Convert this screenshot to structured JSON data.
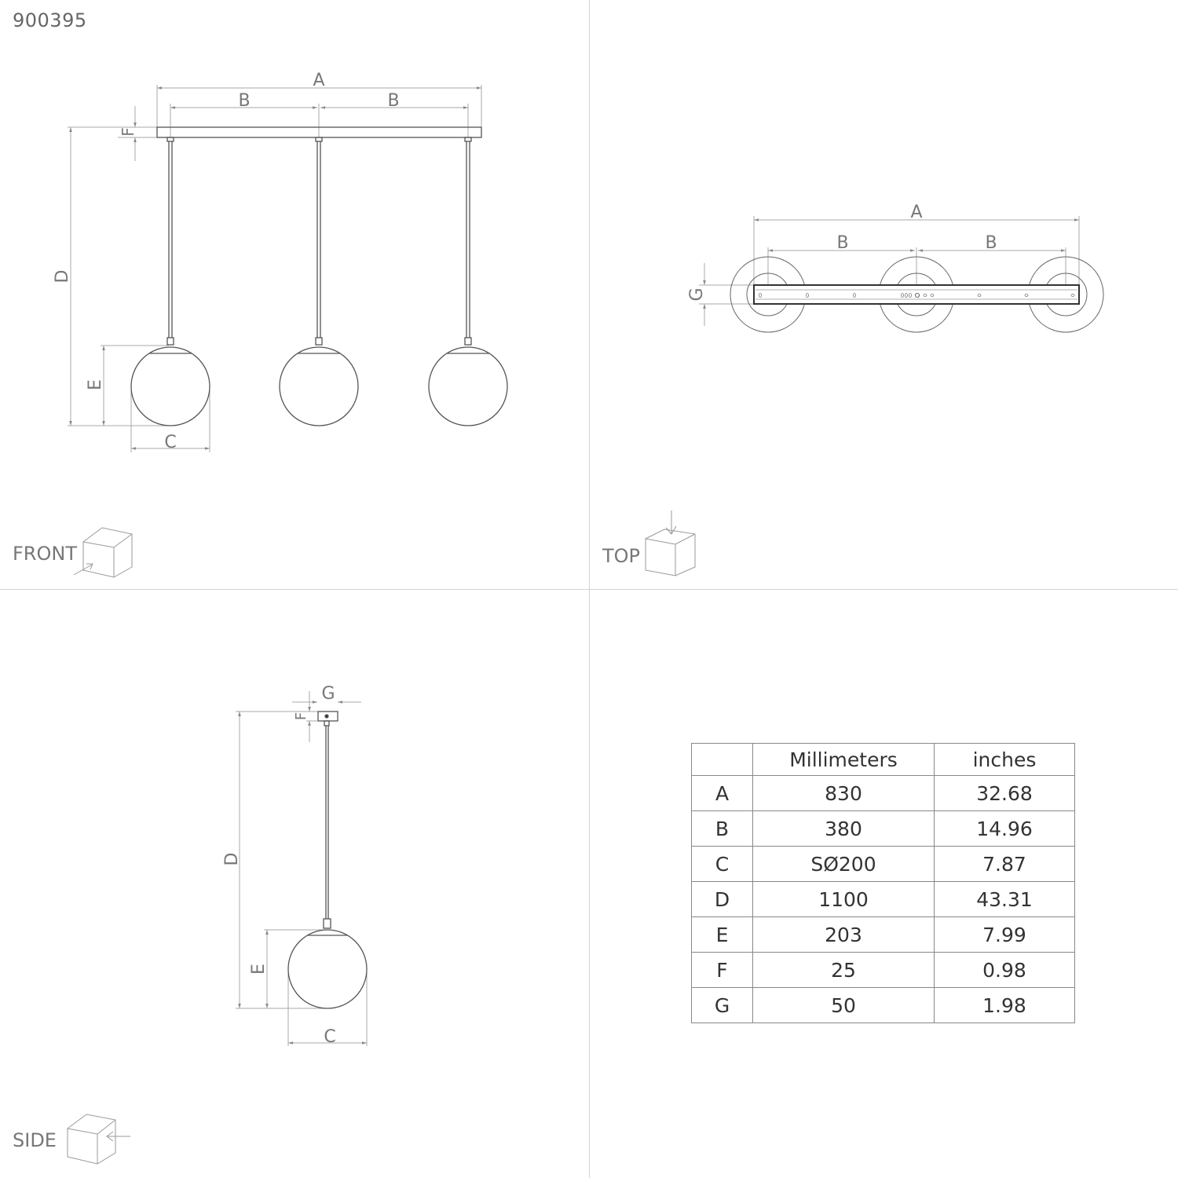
{
  "header": {
    "product_code": "900395"
  },
  "views": {
    "front": {
      "label": "FRONT",
      "dimension_labels": {
        "A": "A",
        "B1": "B",
        "B2": "B",
        "C": "C",
        "D": "D",
        "E": "E",
        "F": "F"
      }
    },
    "top": {
      "label": "TOP",
      "dimension_labels": {
        "A": "A",
        "B1": "B",
        "B2": "B",
        "G": "G"
      }
    },
    "side": {
      "label": "SIDE",
      "dimension_labels": {
        "C": "C",
        "D": "D",
        "E": "E",
        "F": "F",
        "G": "G"
      }
    }
  },
  "dimensions_table": {
    "headers": [
      "",
      "Millimeters",
      "inches"
    ],
    "rows": [
      {
        "key": "A",
        "mm": "830",
        "in": "32.68"
      },
      {
        "key": "B",
        "mm": "380",
        "in": "14.96"
      },
      {
        "key": "C",
        "mm": "SØ200",
        "in": "7.87"
      },
      {
        "key": "D",
        "mm": "1100",
        "in": "43.31"
      },
      {
        "key": "E",
        "mm": "203",
        "in": "7.99"
      },
      {
        "key": "F",
        "mm": "25",
        "in": "0.98"
      },
      {
        "key": "G",
        "mm": "50",
        "in": "1.98"
      }
    ]
  },
  "colors": {
    "line": "#5a5a5a",
    "dim_line": "#9a9a9a",
    "divider": "#d4d4d4",
    "text": "#666666"
  }
}
